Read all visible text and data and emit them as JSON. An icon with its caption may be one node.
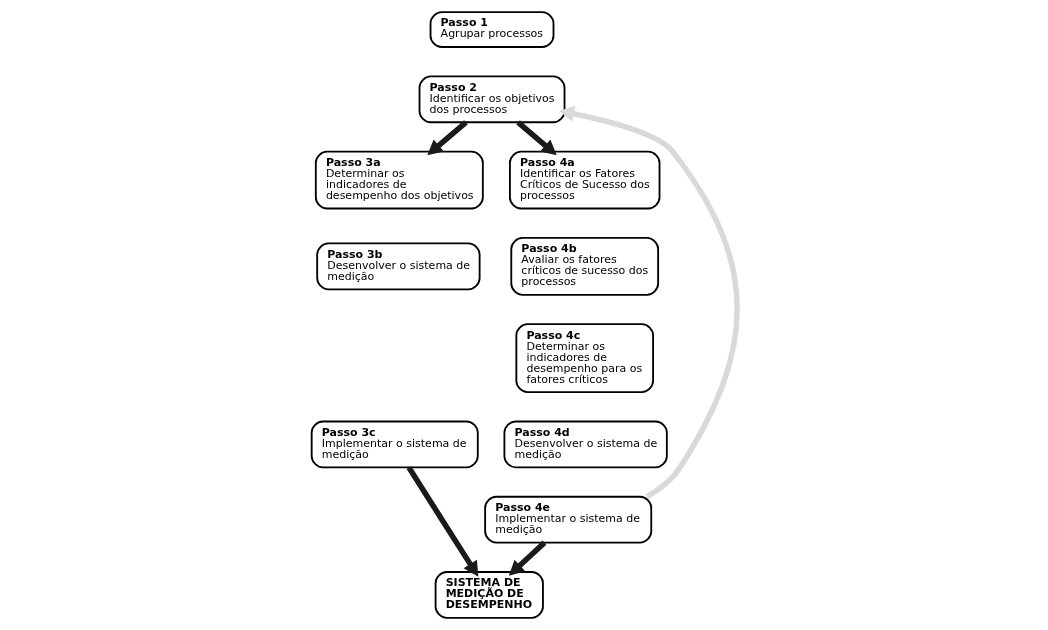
{
  "diagram": {
    "nodes": [
      {
        "text": [
          "Passo 1",
          "Agrupar processos"
        ]
      },
      {
        "text": [
          "Passo 2",
          "Identificar os objetivos dos processos"
        ]
      },
      {
        "text": [
          "Passo 3a",
          "Determinar os indicadores de desempenho dos objetivos"
        ]
      },
      {
        "text": [
          "Passo 3b",
          "Desenvolver o sistema de medição"
        ]
      },
      {
        "text": [
          "Passo 3c",
          "Implementar o sistema de medição"
        ]
      },
      {
        "text": [
          "Passo 4a",
          "Identificar os Fatores Críticos de Sucesso dos processos"
        ]
      },
      {
        "text": [
          "Passo 4b",
          "Avaliar os fatores críticos de sucesso dos processos"
        ]
      },
      {
        "text": [
          "Passo 4c",
          "Determinar os indicadores de desempenho para os fatores críticos"
        ]
      },
      {
        "text": [
          "Passo 4d",
          "Desenvolver o sistema de medição"
        ]
      },
      {
        "text": [
          "Passo 4e",
          "Implementar o sistema de medição"
        ]
      },
      {
        "text": [
          "SISTEMA DE MEDIÇÃO DE DESEMPENHO"
        ]
      }
    ],
    "edges": [
      {
        "from": 1,
        "to": 5,
        "arrow": "to"
      },
      {
        "from": 1,
        "to": 2,
        "arrow": "to"
      },
      {
        "from": 4,
        "to": 10,
        "arrow": "to"
      },
      {
        "from": 9,
        "to": 10,
        "arrow": "to"
      },
      {
        "from": 9,
        "to": 1,
        "arrow": "to",
        "color": "#d9d9d9"
      }
    ]
  }
}
